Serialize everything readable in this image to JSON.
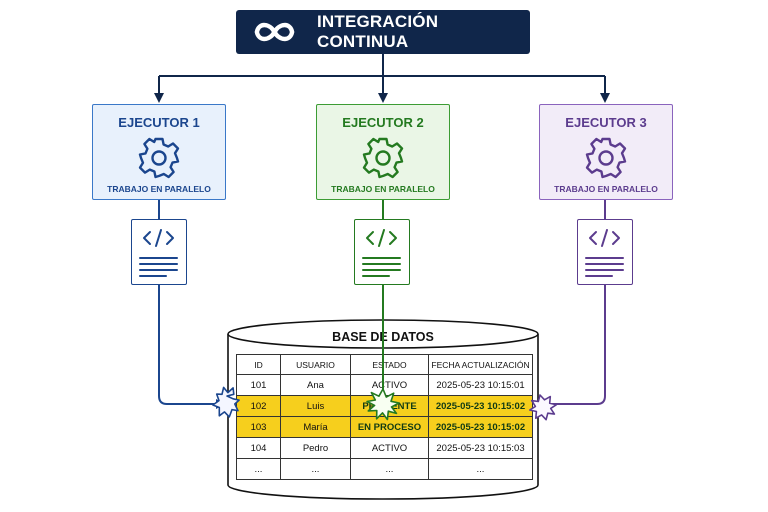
{
  "header": {
    "title": "INTEGRACIÓN CONTINUA",
    "icon": "infinity-icon"
  },
  "executors": [
    {
      "title": "EJECUTOR 1",
      "subtitle": "TRABAJO EN PARALELO",
      "color": "#1b468e"
    },
    {
      "title": "EJECUTOR 2",
      "subtitle": "TRABAJO EN PARALELO",
      "color": "#247a20"
    },
    {
      "title": "EJECUTOR 3",
      "subtitle": "TRABAJO EN PARALELO",
      "color": "#5c3c8e"
    }
  ],
  "database": {
    "title": "BASE DE DATOS",
    "columns": [
      "ID",
      "USUARIO",
      "ESTADO",
      "FECHA ACTUALIZACIÓN"
    ],
    "rows": [
      [
        "101",
        "Ana",
        "ACTIVO",
        "2025-05-23 10:15:01"
      ],
      [
        "102",
        "Luis",
        "PENDIENTE",
        "2025-05-23 10:15:02"
      ],
      [
        "103",
        "María",
        "EN PROCESO",
        "2025-05-23 10:15:02"
      ],
      [
        "104",
        "Pedro",
        "ACTIVO",
        "2025-05-23 10:15:03"
      ],
      [
        "...",
        "...",
        "...",
        "..."
      ]
    ],
    "conflict_rows": [
      "102",
      "103"
    ],
    "highlight_color": "#f6cf1d"
  }
}
